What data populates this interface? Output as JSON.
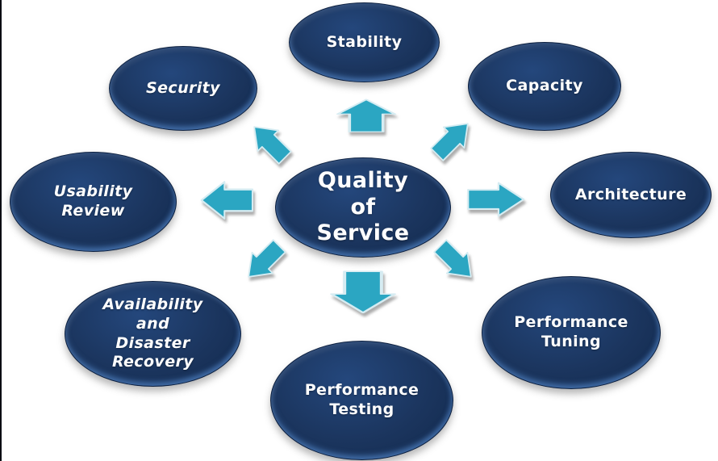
{
  "diagram": {
    "center_label": "Quality of Service",
    "nodes": {
      "stability": "Stability",
      "capacity": "Capacity",
      "architecture": "Architecture",
      "performance_tuning": "Performance Tuning",
      "performance_testing": "Performance Testing",
      "availability": "Availability and Disaster Recovery",
      "usability": "Usability Review",
      "security": "Security"
    },
    "arrow_icons": [
      "arrow-up-icon",
      "arrow-up-right-icon",
      "arrow-right-icon",
      "arrow-down-right-icon",
      "arrow-down-icon",
      "arrow-down-left-icon",
      "arrow-left-icon",
      "arrow-up-left-icon"
    ],
    "colors": {
      "node_fill": "#1b355e",
      "arrow_fill": "#2ba6c2",
      "label_text": "#ffffff",
      "background": "#ffffff"
    }
  }
}
